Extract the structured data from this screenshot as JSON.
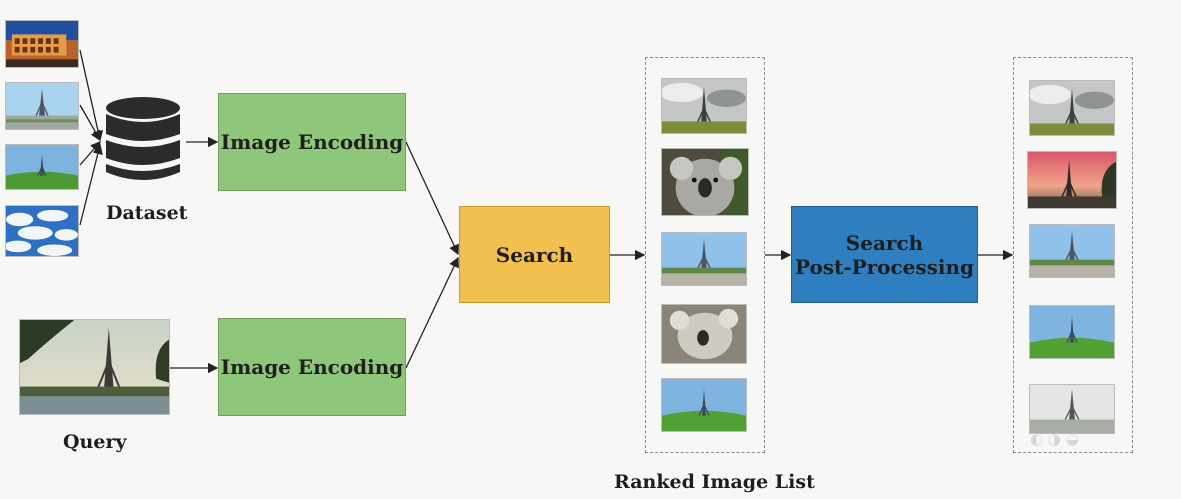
{
  "nodes": {
    "dataset_label": "Dataset",
    "query_label": "Query",
    "encoding_top": "Image Encoding",
    "encoding_bottom": "Image Encoding",
    "search": "Search",
    "post_processing_line1": "Search",
    "post_processing_line2": "Post-Processing",
    "ranked_list_label": "Ranked Image List"
  },
  "colors": {
    "encoding_box": "#8ec77a",
    "search_box": "#f2c04f",
    "post_processing_box": "#2f7fc0",
    "database_icon": "#2b2b2b"
  },
  "thumbnails": {
    "dataset": [
      "colosseum-photo",
      "eiffel-tower-photo",
      "eiffel-tower-green-field-photo",
      "blue-sky-clouds-photo"
    ],
    "query": "eiffel-tower-riverside-photo",
    "ranked": [
      "eiffel-tower-photo",
      "koala-photo",
      "eiffel-tower-photo",
      "koala-photo",
      "eiffel-tower-green-field-photo"
    ],
    "reranked": [
      "eiffel-tower-photo",
      "eiffel-tower-sunset-photo",
      "eiffel-tower-photo",
      "eiffel-tower-green-field-photo",
      "eiffel-tower-photo"
    ]
  }
}
